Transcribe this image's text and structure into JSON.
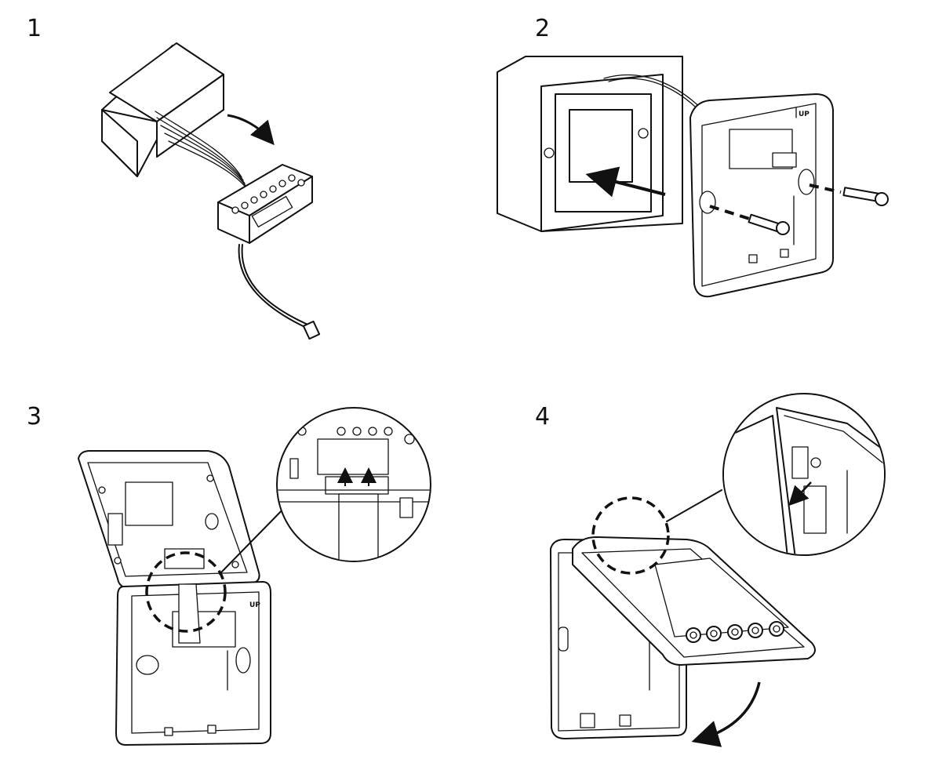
{
  "steps": [
    {
      "number": "1"
    },
    {
      "number": "2",
      "label": "UP"
    },
    {
      "number": "3",
      "label": "UP"
    },
    {
      "number": "4"
    }
  ]
}
